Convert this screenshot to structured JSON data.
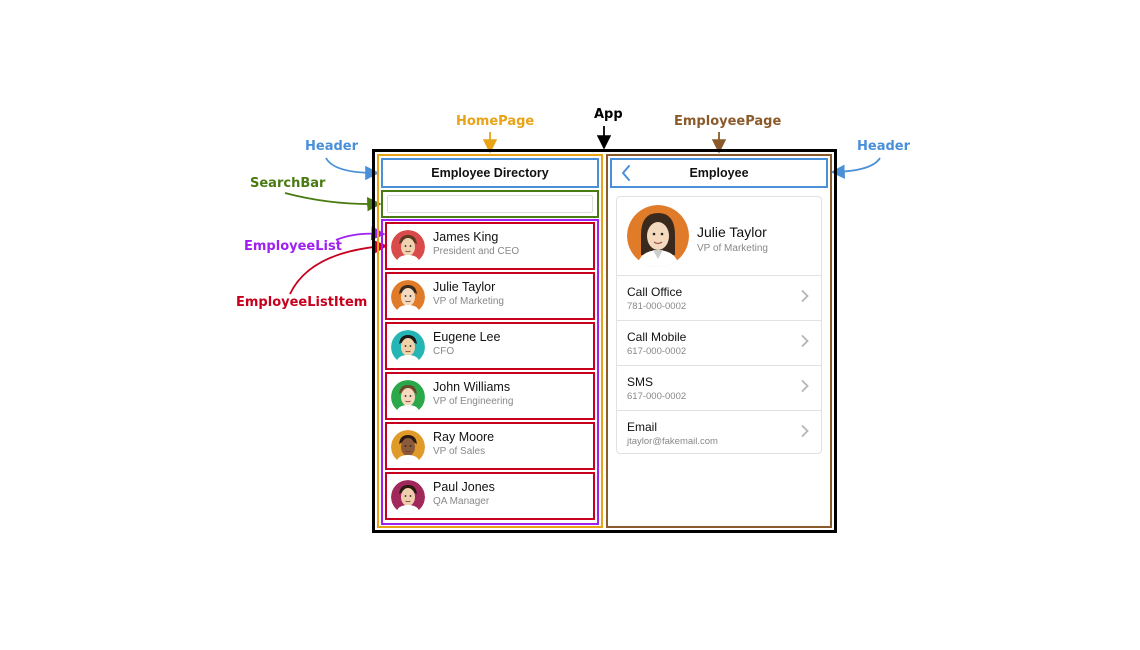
{
  "annotations": {
    "app": "App",
    "home_page": "HomePage",
    "employee_page": "EmployeePage",
    "header_left": "Header",
    "header_right": "Header",
    "search_bar": "SearchBar",
    "employee_list": "EmployeeList",
    "employee_list_item": "EmployeeListItem"
  },
  "colors": {
    "app": "#000000",
    "home_page": "#e8a317",
    "employee_page": "#8b5a2b",
    "header": "#4a90d9",
    "search_bar": "#4a7a12",
    "employee_list": "#a020f0",
    "employee_list_item": "#c8001e"
  },
  "home": {
    "header_title": "Employee Directory",
    "search": {
      "value": "",
      "placeholder": ""
    },
    "employees": [
      {
        "name": "James King",
        "title": "President and CEO",
        "avatar_bg": "#d94a4a",
        "skin": "#f1d2b0",
        "hair": "#5a3a22"
      },
      {
        "name": "Julie Taylor",
        "title": "VP of Marketing",
        "avatar_bg": "#e07b2a",
        "skin": "#f3d9bd",
        "hair": "#3a2a1e"
      },
      {
        "name": "Eugene Lee",
        "title": "CFO",
        "avatar_bg": "#26b5b5",
        "skin": "#f0d2a8",
        "hair": "#1a1a1a"
      },
      {
        "name": "John Williams",
        "title": "VP of Engineering",
        "avatar_bg": "#2aa84a",
        "skin": "#f4d9bf",
        "hair": "#6a4a2a"
      },
      {
        "name": "Ray Moore",
        "title": "VP of Sales",
        "avatar_bg": "#e09a2a",
        "skin": "#8a5a3a",
        "hair": "#2a1a10"
      },
      {
        "name": "Paul Jones",
        "title": "QA Manager",
        "avatar_bg": "#a0285a",
        "skin": "#f0cfae",
        "hair": "#2a1a10"
      }
    ]
  },
  "detail": {
    "header_title": "Employee",
    "back_icon": "chevron-left-icon",
    "name": "Julie Taylor",
    "title": "VP of Marketing",
    "avatar_bg": "#e07b2a",
    "actions": [
      {
        "label": "Call Office",
        "value": "781-000-0002"
      },
      {
        "label": "Call Mobile",
        "value": "617-000-0002"
      },
      {
        "label": "SMS",
        "value": "617-000-0002"
      },
      {
        "label": "Email",
        "value": "jtaylor@fakemail.com"
      }
    ]
  }
}
